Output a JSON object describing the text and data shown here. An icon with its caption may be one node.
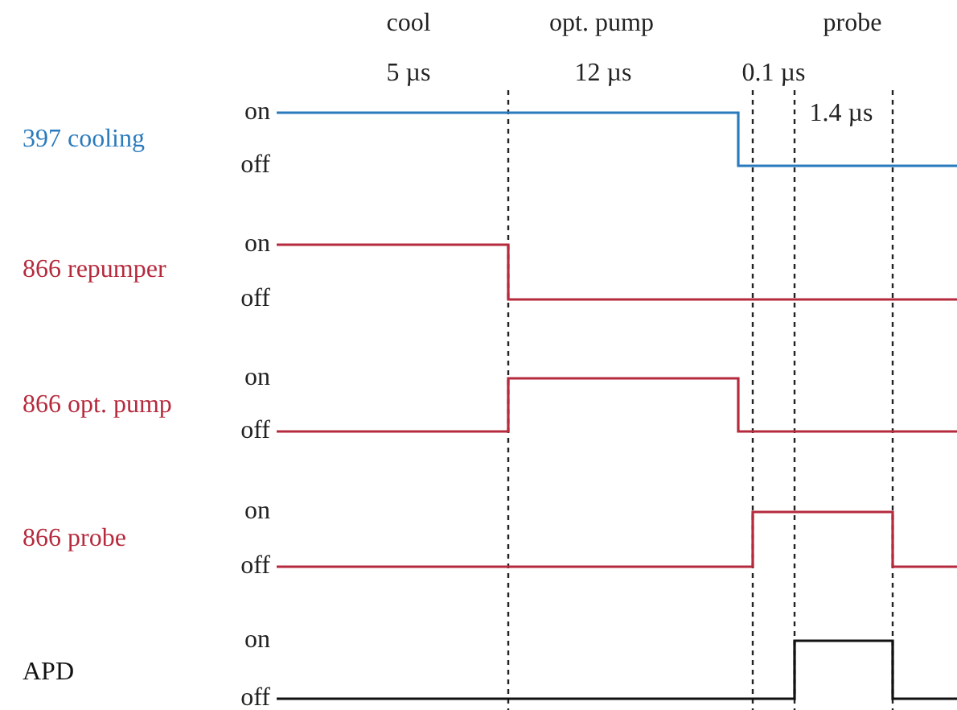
{
  "diagram": {
    "labels": [
      "cool",
      "opt. pump",
      "probe",
      "5 µs",
      "12 µs",
      "0.1 µs",
      "1.4 µs",
      "397 cooling",
      "on",
      "off",
      "866 repumper",
      "on",
      "off",
      "866 opt. pump",
      "on",
      "off",
      "866 probe",
      "on",
      "off",
      "APD",
      "on",
      "off"
    ]
  }
}
